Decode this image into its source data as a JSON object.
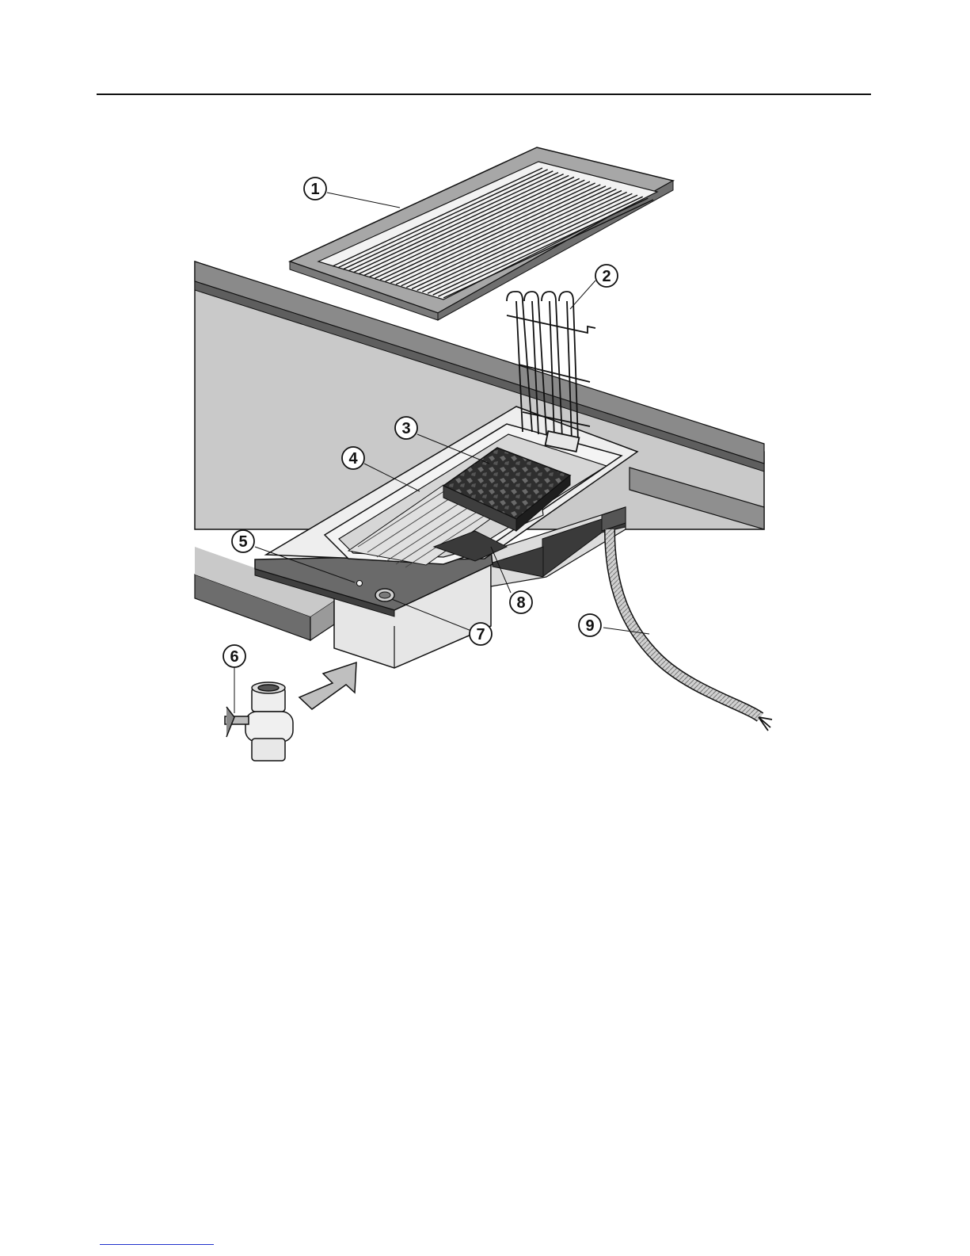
{
  "diagram": {
    "callouts": [
      {
        "label": "1",
        "part": "grill-grate"
      },
      {
        "label": "2",
        "part": "heating-element"
      },
      {
        "label": "3",
        "part": "lava-rocks"
      },
      {
        "label": "4",
        "part": "grill-basin"
      },
      {
        "label": "5",
        "part": "indicator-light"
      },
      {
        "label": "6",
        "part": "ball-valve"
      },
      {
        "label": "7",
        "part": "drain-valve-knob"
      },
      {
        "label": "8",
        "part": "basin-drain"
      },
      {
        "label": "9",
        "part": "power-cable"
      }
    ]
  },
  "colors": {
    "counter_top": "#c9c9c9",
    "counter_edge": "#8a8a8a",
    "grate": "#a7a7a7",
    "metal_light": "#e6e6e6",
    "metal_dark": "#4a4a4a",
    "line": "#111111"
  }
}
